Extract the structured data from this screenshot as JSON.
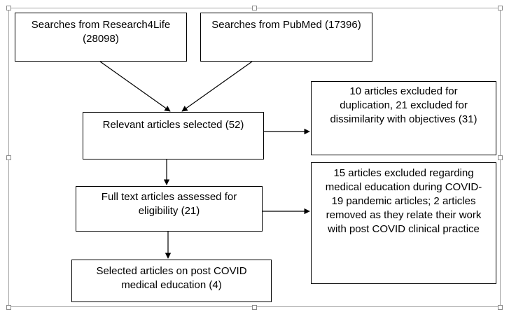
{
  "boxes": {
    "research4life": {
      "line1": "Searches from Research4Life",
      "line2": "(28098)"
    },
    "pubmed": {
      "line1": "Searches from PubMed (17396)"
    },
    "relevant": {
      "line1": "Relevant articles selected (52)"
    },
    "excluded_first": {
      "line1": "10 articles excluded for",
      "line2": "duplication, 21 excluded for",
      "line3": "dissimilarity with objectives (31)"
    },
    "fulltext": {
      "line1": "Full text articles assessed for",
      "line2": "eligibility (21)"
    },
    "excluded_second": {
      "line1": "15 articles excluded regarding",
      "line2": "medical education during COVID-",
      "line3": "19 pandemic articles; 2 articles",
      "line4": "removed as they relate their work",
      "line5": "with post COVID clinical practice"
    },
    "selected": {
      "line1": "Selected articles on post COVID",
      "line2": "medical education (4)"
    }
  }
}
